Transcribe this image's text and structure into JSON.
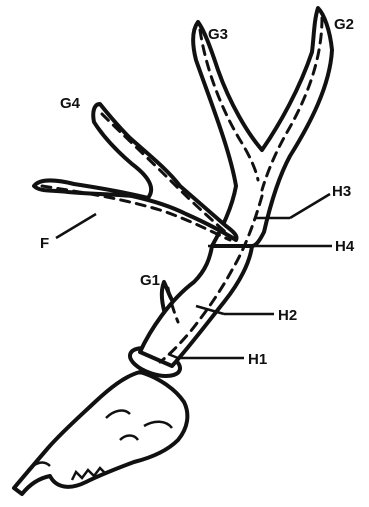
{
  "labels": {
    "g1": "G1",
    "g2": "G2",
    "g3": "G3",
    "g4": "G4",
    "f": "F",
    "h1": "H1",
    "h2": "H2",
    "h3": "H3",
    "h4": "H4"
  }
}
